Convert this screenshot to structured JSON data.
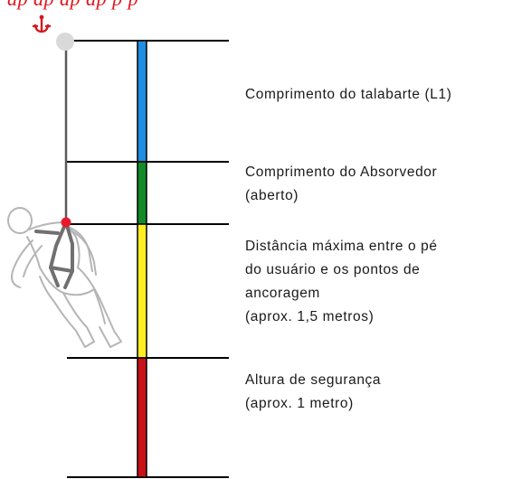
{
  "header": {
    "caption_fragment": "ap       ap       ap  ap  p  p  "
  },
  "icons": {
    "anchor": "anchor-icon",
    "person": "falling-worker-figure"
  },
  "colors": {
    "anchor": "#d4191e",
    "anchor_point": "#d9d9d9",
    "attachment_point": "#e81a2e",
    "segment_lanyard": "#1f8ee0",
    "segment_absorber": "#128a28",
    "segment_clearance": "#ffee22",
    "segment_safety": "#c81218"
  },
  "segments": [
    {
      "lines": [
        "Comprimento do talabarte (L1)"
      ]
    },
    {
      "lines": [
        "Comprimento do Absorvedor",
        "(aberto)"
      ]
    },
    {
      "lines": [
        "Distância máxima entre o pé",
        "do usuário e os pontos de",
        "ancoragem",
        "(aprox. 1,5 metros)"
      ]
    },
    {
      "lines": [
        "Altura de segurança",
        "(aprox. 1 metro)"
      ]
    }
  ]
}
